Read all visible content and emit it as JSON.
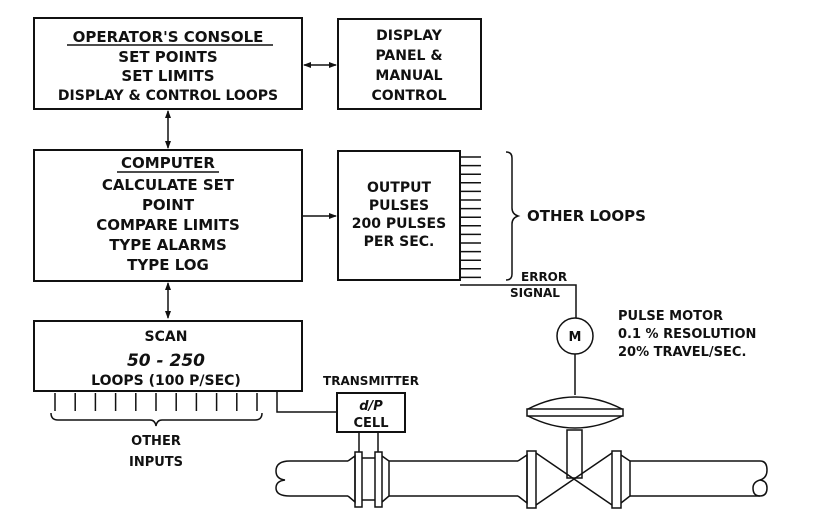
{
  "diagram": {
    "operator_console": {
      "title": "OPERATOR'S CONSOLE",
      "lines": [
        "SET POINTS",
        "SET LIMITS",
        "DISPLAY & CONTROL LOOPS"
      ]
    },
    "display_panel": {
      "lines": [
        "DISPLAY",
        "PANEL  &",
        "MANUAL",
        "CONTROL"
      ]
    },
    "computer": {
      "title": "COMPUTER",
      "lines": [
        "CALCULATE SET",
        "POINT",
        "COMPARE LIMITS",
        "TYPE ALARMS",
        "TYPE LOG"
      ]
    },
    "output_pulses": {
      "lines": [
        "OUTPUT",
        "PULSES",
        "200 PULSES",
        "PER SEC."
      ]
    },
    "other_loops": "OTHER LOOPS",
    "error_signal": [
      "ERROR",
      "SIGNAL"
    ],
    "scan": {
      "lines": [
        "SCAN",
        "50 - 250",
        "LOOPS (100 P/SEC)"
      ]
    },
    "other_inputs": [
      "OTHER",
      "INPUTS"
    ],
    "transmitter": {
      "label": "TRANSMITTER",
      "cell_lines": [
        "d/P",
        "CELL"
      ]
    },
    "motor": {
      "symbol": "M",
      "lines": [
        "PULSE MOTOR",
        "0.1 % RESOLUTION",
        "20% TRAVEL/SEC."
      ]
    }
  }
}
